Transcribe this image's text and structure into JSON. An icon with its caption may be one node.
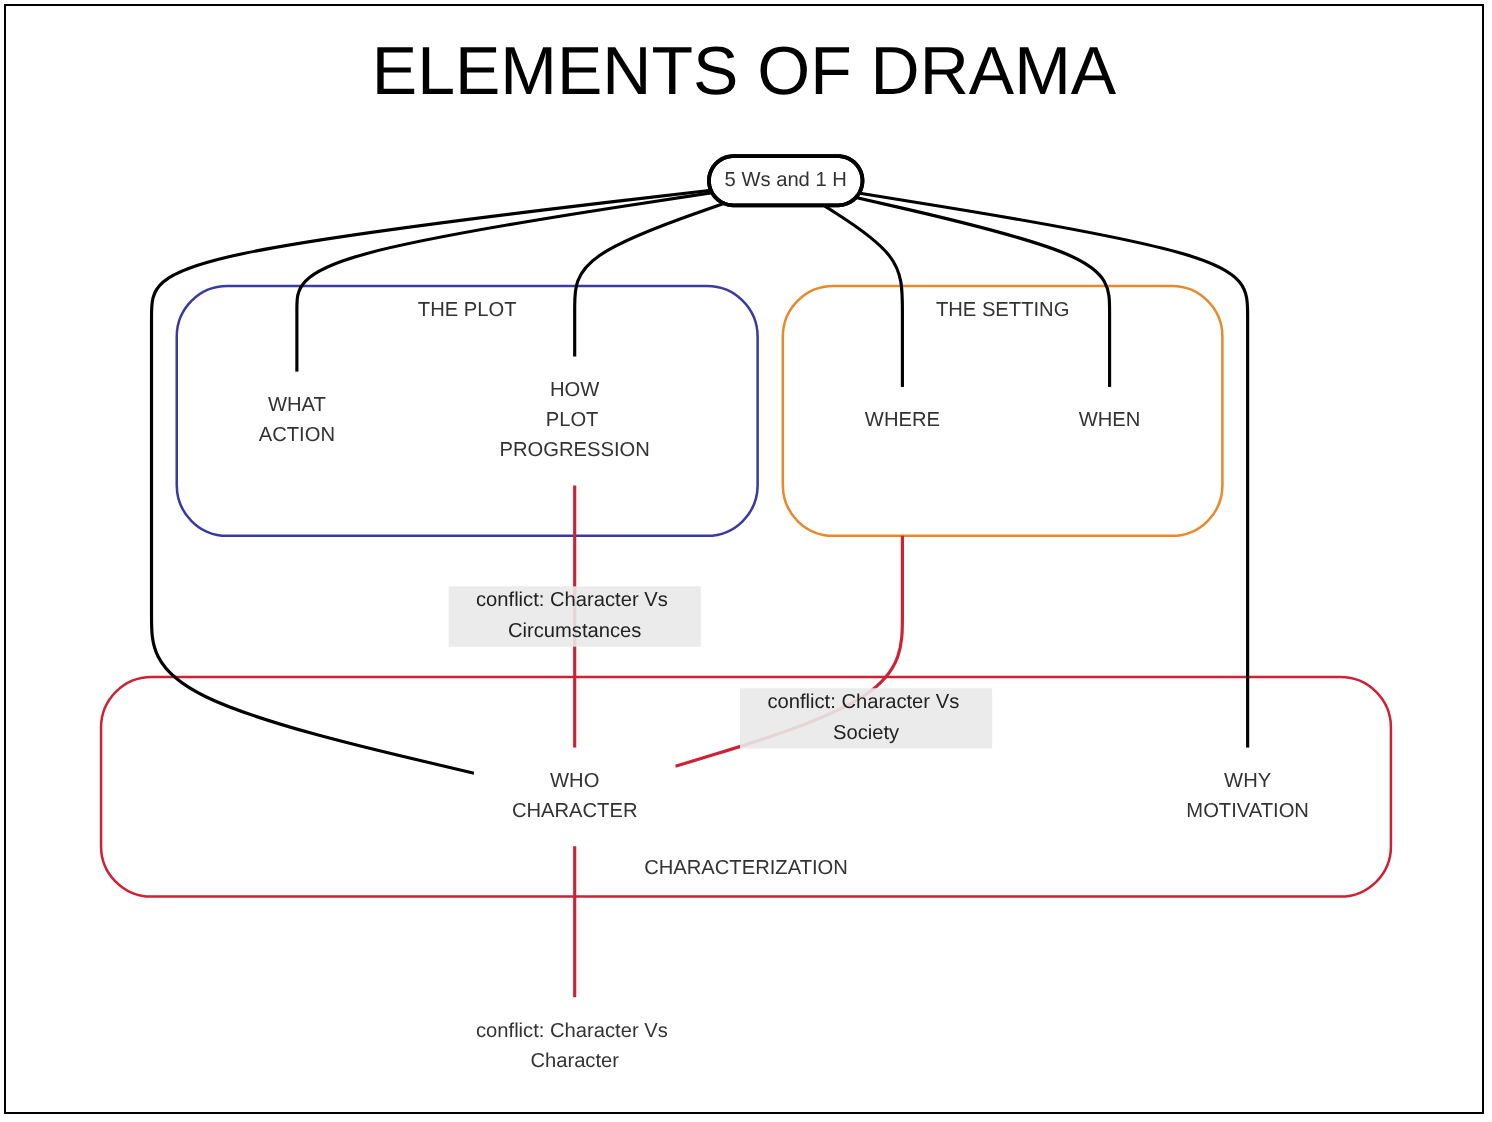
{
  "diagram": {
    "title": "ELEMENTS OF DRAMA",
    "nodes": [
      {
        "text": [
          "THE SETTING"
        ]
      },
      {
        "text": [
          "WHERE"
        ],
        "in": 0
      },
      {
        "text": [
          "WHEN"
        ],
        "in": 0
      },
      {
        "text": [
          "THE PLOT"
        ]
      },
      {
        "text": [
          "WHAT",
          "ACTION"
        ],
        "in": 3
      },
      {
        "text": [
          "HOW",
          "PLOT PROGRESSION"
        ],
        "in": 3
      },
      {
        "text": [
          "5 Ws and 1 H"
        ]
      },
      {
        "text": [
          "CHARACTERIZATION"
        ]
      },
      {
        "text": [
          "WHO",
          "CHARACTER"
        ],
        "in": 7
      },
      {
        "text": [
          "WHY",
          "MOTIVATION"
        ],
        "in": 7
      },
      {
        "text": [
          "conflict: Character Vs Character"
        ]
      }
    ],
    "edges": [
      {
        "from": 6,
        "to": 1,
        "arrow": "none"
      },
      {
        "from": 6,
        "to": 2,
        "arrow": "none"
      },
      {
        "from": 6,
        "to": 4,
        "arrow": "none"
      },
      {
        "from": 6,
        "to": 5,
        "arrow": "none"
      },
      {
        "from": 6,
        "to": 8,
        "arrow": "none"
      },
      {
        "from": 6,
        "to": 9,
        "arrow": "none"
      },
      {
        "from": 0,
        "to": 8,
        "arrow": "none",
        "label": "conflict: Character Vs Society",
        "color": "#cc2233"
      },
      {
        "from": 5,
        "to": 8,
        "arrow": "none",
        "label": "conflict: Character Vs Circumstances",
        "color": "#cc2233"
      },
      {
        "from": 8,
        "to": 10,
        "arrow": "none",
        "color": "#cc2233"
      }
    ]
  }
}
